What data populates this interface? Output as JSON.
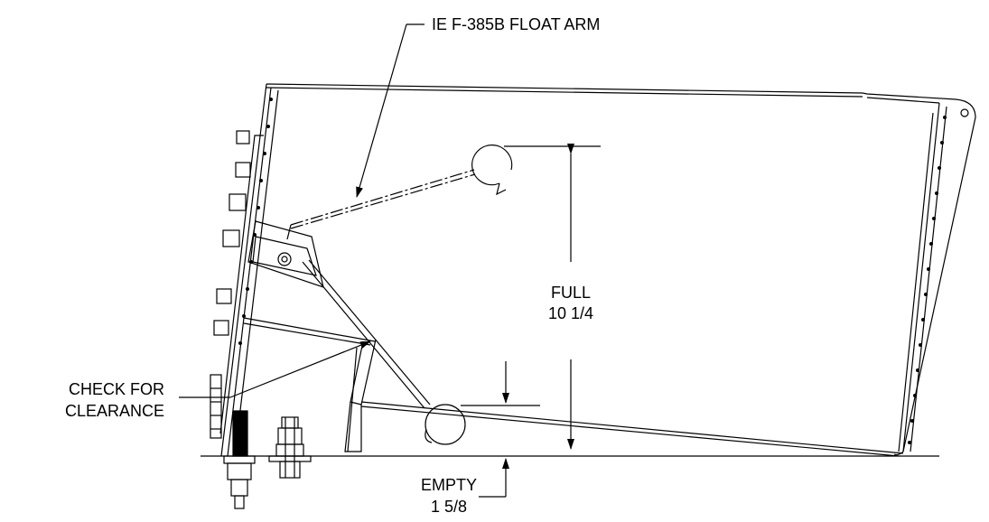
{
  "labels": {
    "float_arm": "IE F-385B FLOAT ARM",
    "full_title": "FULL",
    "full_value": "10 1/4",
    "check_line1": "CHECK FOR",
    "check_line2": "CLEARANCE",
    "empty_title": "EMPTY",
    "empty_value": "1 5/8"
  },
  "colors": {
    "line": "#000000",
    "background": "#ffffff"
  }
}
